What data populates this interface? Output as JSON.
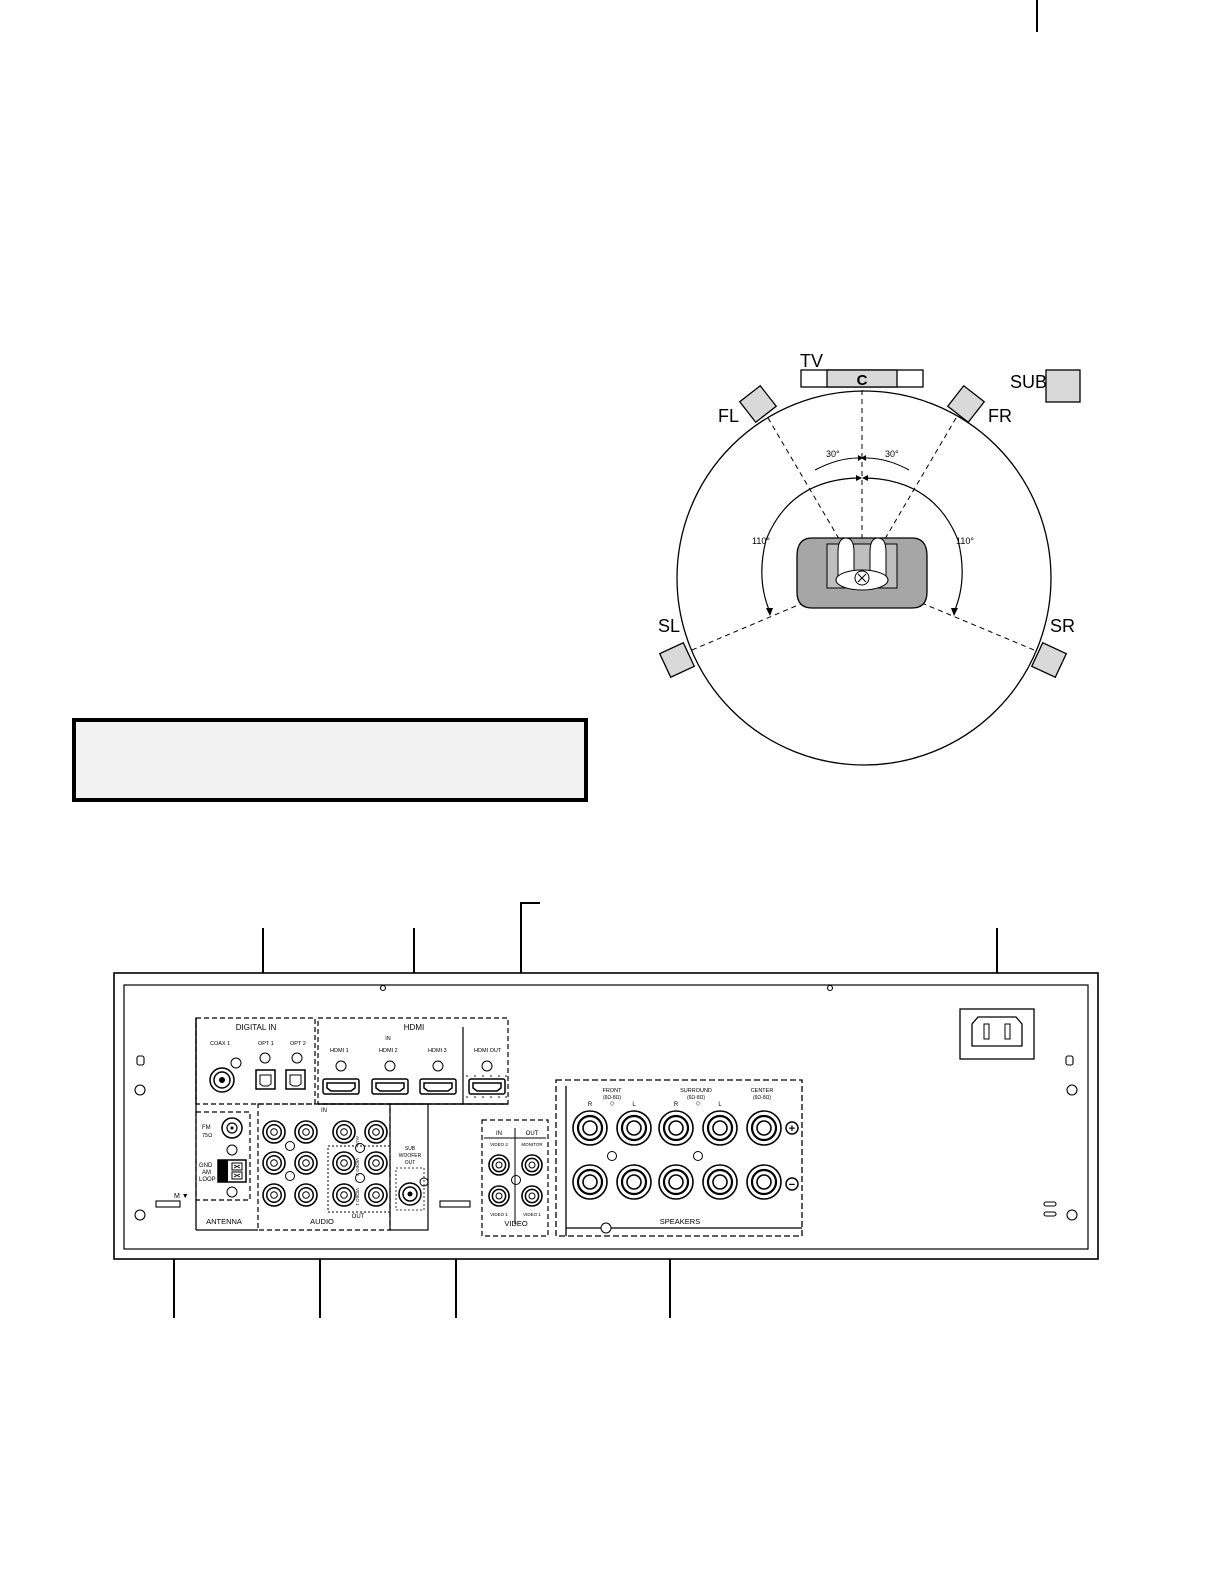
{
  "speaker_layout": {
    "tv_label": "TV",
    "center_label": "C",
    "sub_label": "SUB",
    "front_left_label": "FL",
    "front_right_label": "FR",
    "surround_left_label": "SL",
    "surround_right_label": "SR",
    "angle_front_left": "30°",
    "angle_front_right": "30°",
    "angle_surround_left": "110°",
    "angle_surround_right": "110°"
  },
  "rear_panel": {
    "digital_in": {
      "title": "DIGITAL IN",
      "coax": "COAX 1",
      "opt1": "OPT 1",
      "opt2": "OPT 2"
    },
    "hdmi": {
      "title": "HDMI",
      "in_label": "IN",
      "hdmi1": "HDMI 1",
      "hdmi2": "HDMI 2",
      "hdmi3": "HDMI 3",
      "out_label": "HDMI OUT"
    },
    "antenna": {
      "title": "ANTENNA",
      "fm": "FM",
      "fm_ohm": "75Ω",
      "gnd": "GND",
      "am": "AM",
      "loop": "LOOP"
    },
    "audio": {
      "title": "AUDIO",
      "in_label": "IN",
      "out_label": "OUT",
      "aux": "AUX",
      "video2": "VIDEO 2",
      "video1": "VIDEO 1"
    },
    "subwoofer": {
      "line1": "SUB",
      "line2": "WOOFER",
      "line3": "OUT"
    },
    "video": {
      "title": "VIDEO",
      "in_label": "IN",
      "out_label": "OUT",
      "video2": "VIDEO 2",
      "monitor": "MONITOR",
      "video1_in": "VIDEO 1",
      "video1_out": "VIDEO 1"
    },
    "speakers": {
      "title": "SPEAKERS",
      "front": "FRONT",
      "front_ohm": "(6Ω-8Ω)",
      "surround": "SURROUND",
      "surround_ohm": "(6Ω-8Ω)",
      "center": "CENTER",
      "center_ohm": "(6Ω-8Ω)",
      "r1": "R",
      "l1": "L",
      "r2": "R",
      "l2": "L",
      "plus": "+",
      "minus": "−"
    },
    "misc": {
      "m_mark": "M ▼"
    }
  },
  "colors": {
    "line": "#000000",
    "seat": "#a6a6a6",
    "speaker_fill": "#d9d9d9",
    "note_bg": "#f2f2f2"
  }
}
